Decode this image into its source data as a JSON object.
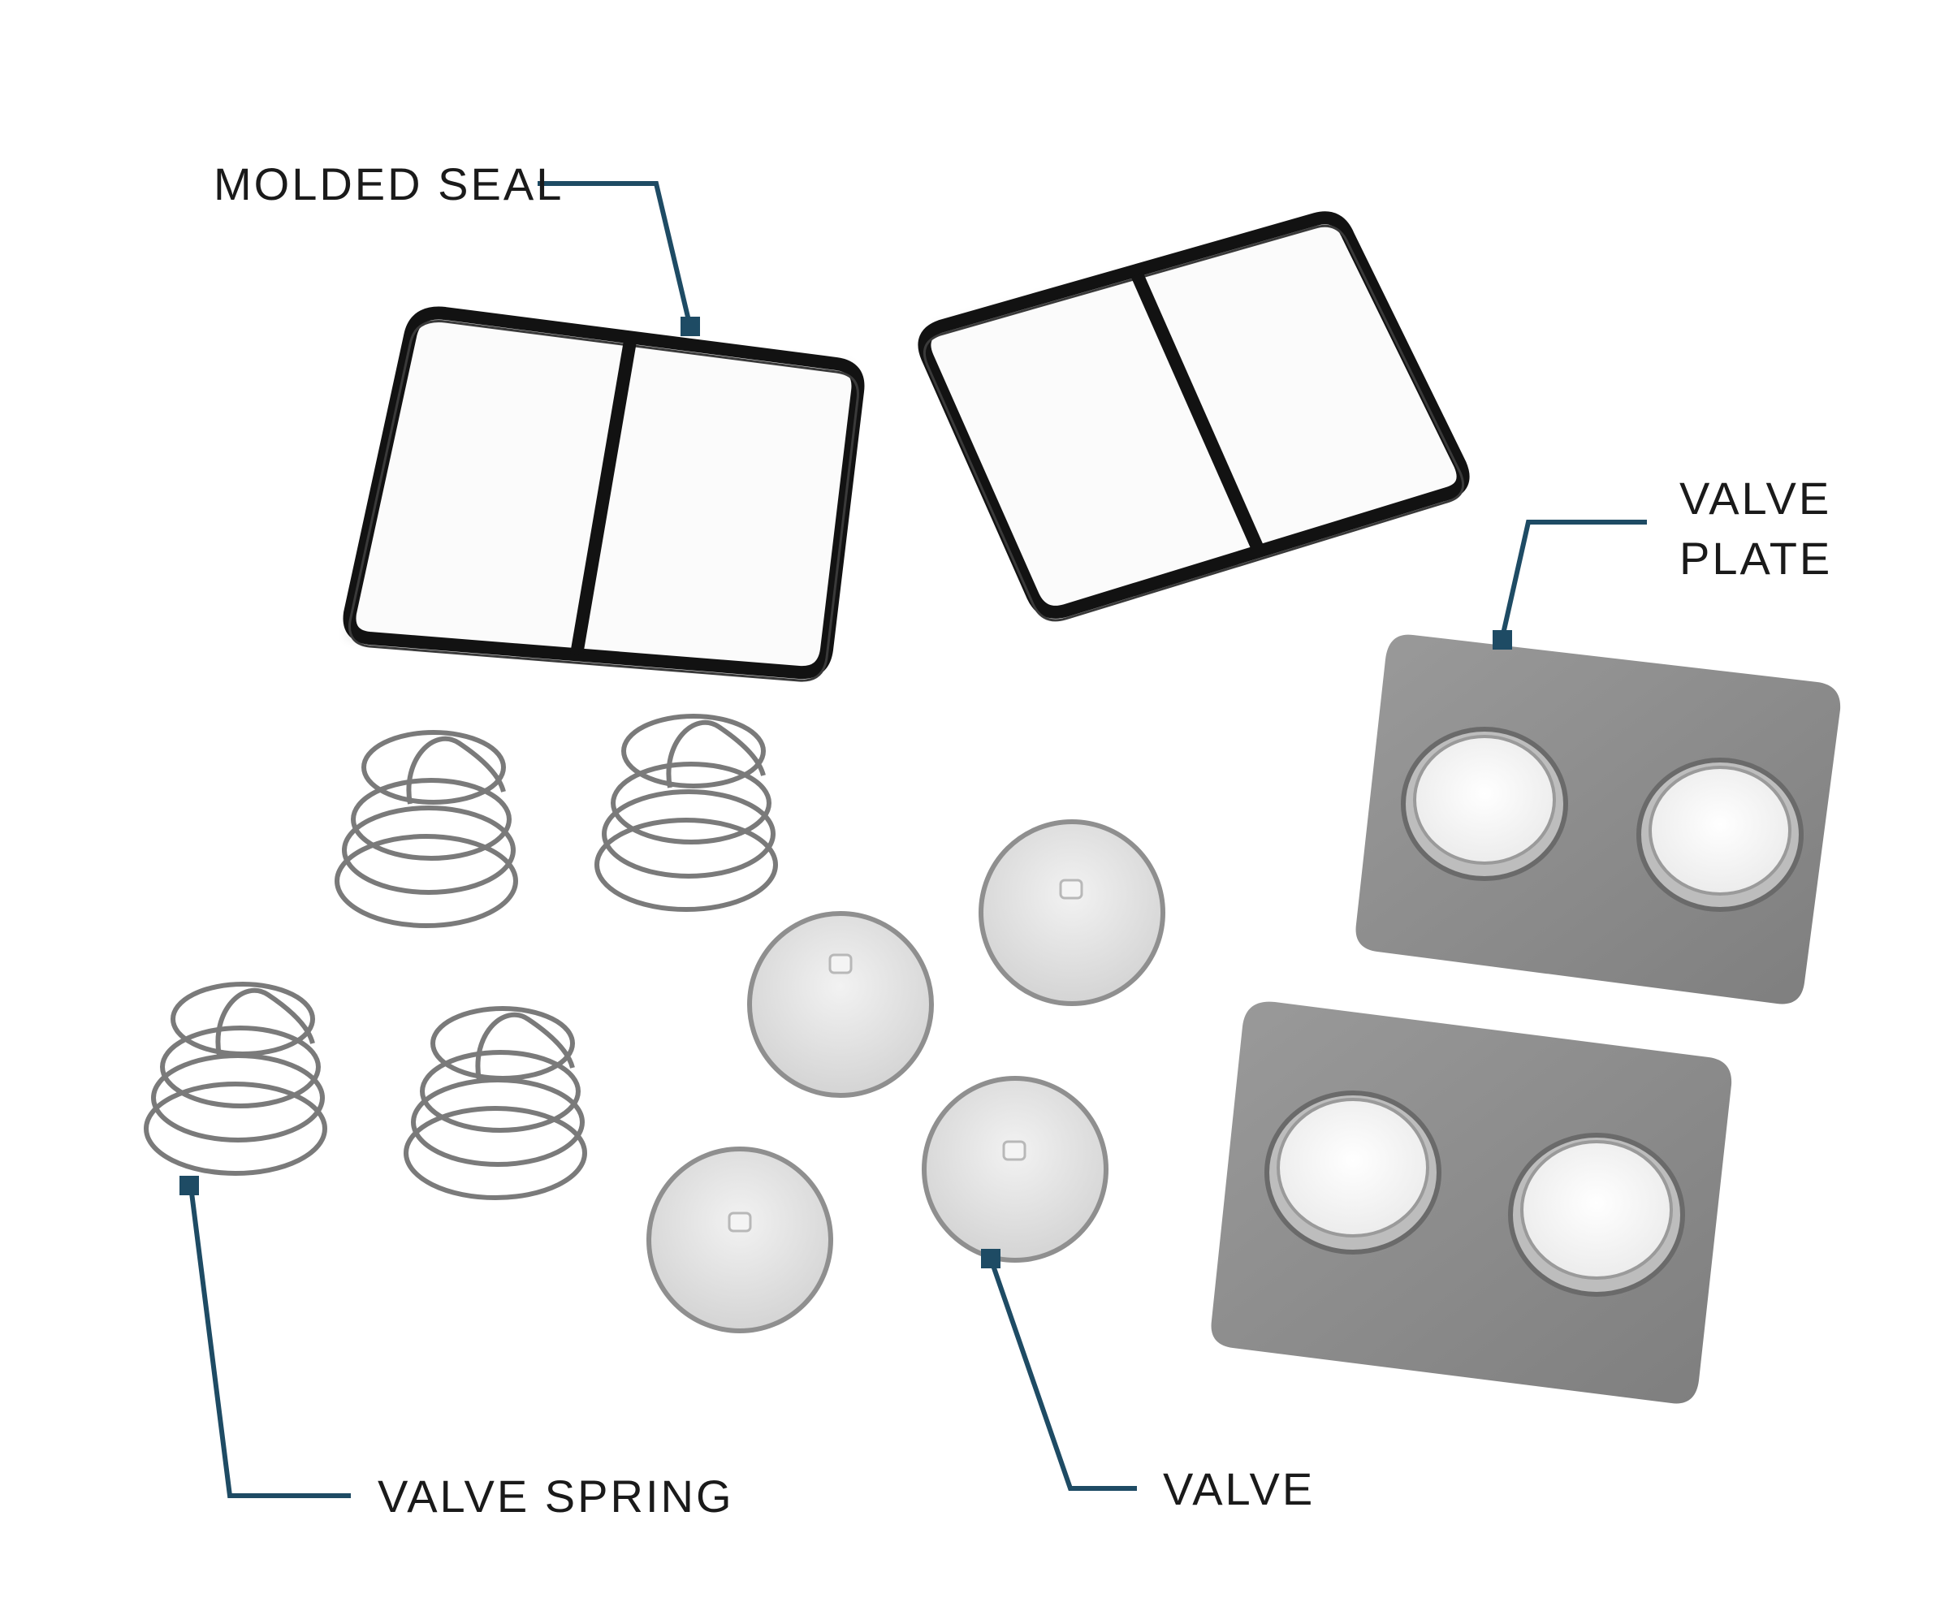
{
  "callouts": {
    "molded_seal": {
      "line1": "MOLDED SEAL"
    },
    "valve_plate": {
      "line1": "VALVE",
      "line2": "PLATE"
    },
    "valve_spring": {
      "line1": "VALVE SPRING"
    },
    "valve": {
      "line1": "VALVE"
    }
  },
  "colors": {
    "leader": "#1e4b64",
    "seal": "#121212",
    "plate": "#8c8c8c",
    "valve_disc": "#dedede",
    "spring_wire": "#7a7a7a",
    "label_text": "#1a1a1a"
  },
  "parts": {
    "molded_seal_count": 2,
    "valve_plate_count": 2,
    "valve_spring_count": 4,
    "valve_count": 4
  }
}
